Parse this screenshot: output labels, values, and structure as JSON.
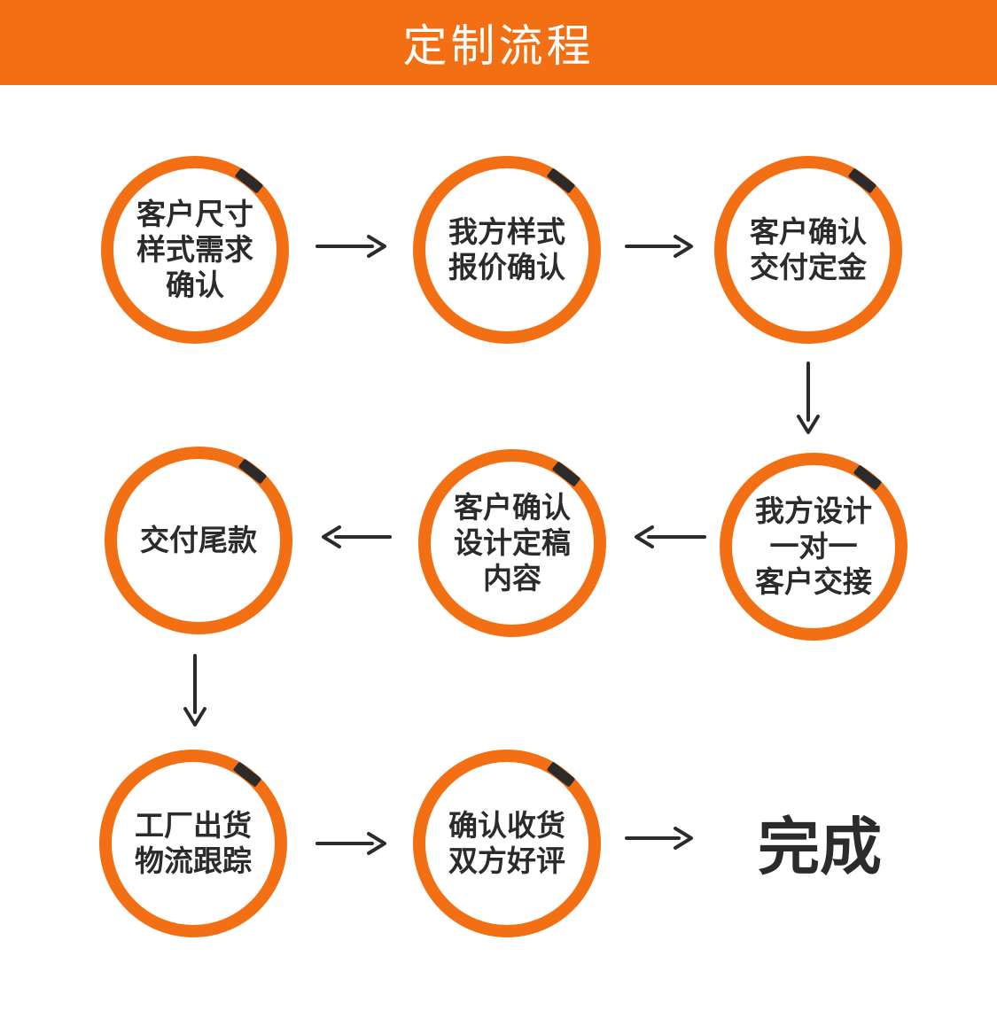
{
  "header": {
    "title": "定制流程"
  },
  "colors": {
    "accent": "#f26f14",
    "ring_tab": "#2b2b2b",
    "text": "#2b2b2b"
  },
  "steps": [
    {
      "lines": [
        "客户尺寸",
        "样式需求",
        "确认"
      ]
    },
    {
      "lines": [
        "我方样式",
        "报价确认"
      ]
    },
    {
      "lines": [
        "客户确认",
        "交付定金"
      ]
    },
    {
      "lines": [
        "我方设计",
        "一对一",
        "客户交接"
      ]
    },
    {
      "lines": [
        "客户确认",
        "设计定稿",
        "内容"
      ]
    },
    {
      "lines": [
        "交付尾款"
      ]
    },
    {
      "lines": [
        "工厂出货",
        "物流跟踪"
      ]
    },
    {
      "lines": [
        "确认收货",
        "双方好评"
      ]
    }
  ],
  "finish": {
    "label": "完成"
  }
}
